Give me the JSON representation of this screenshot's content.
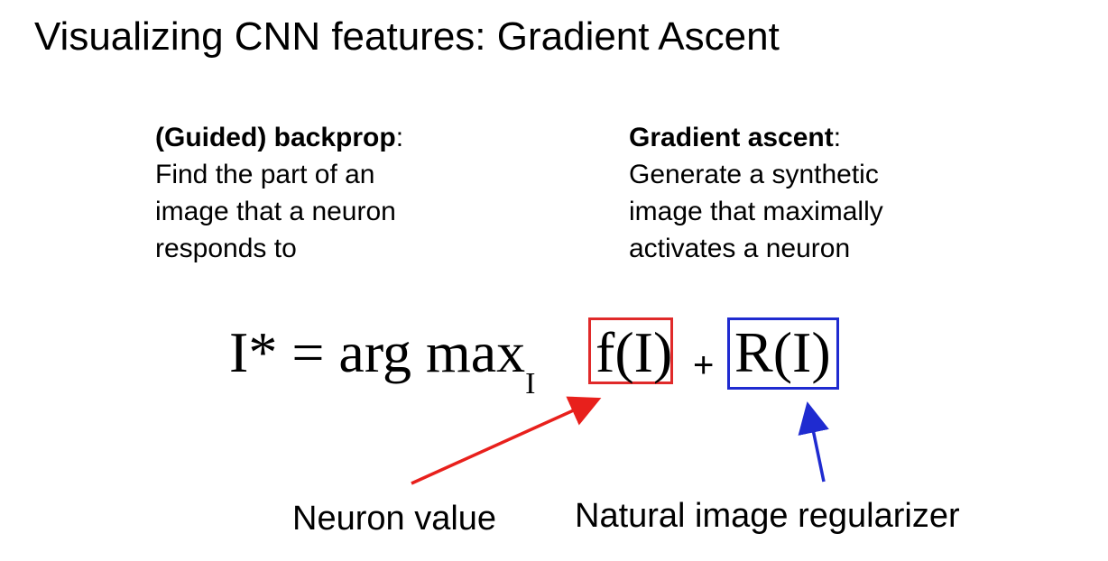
{
  "slide": {
    "title": "Visualizing CNN features: Gradient Ascent",
    "left_column": {
      "heading": "(Guided) backprop",
      "heading_suffix": ":",
      "lines": [
        "Find the part of an",
        "image that a neuron",
        "responds to"
      ]
    },
    "right_column": {
      "heading": "Gradient ascent",
      "heading_suffix": ":",
      "lines": [
        "Generate a synthetic",
        "image that maximally",
        "activates a neuron"
      ]
    },
    "equation": {
      "lhs": "I* = arg max",
      "subscript": "I",
      "term_f": "f(I)",
      "plus": "+",
      "term_r": "R(I)"
    },
    "annotations": {
      "neuron_value": "Neuron value",
      "regularizer": "Natural image regularizer"
    },
    "colors": {
      "red_box": "#e02a2a",
      "blue_box": "#1f2bd0",
      "red_arrow": "#e8201c",
      "blue_arrow": "#1f2bd0"
    }
  }
}
